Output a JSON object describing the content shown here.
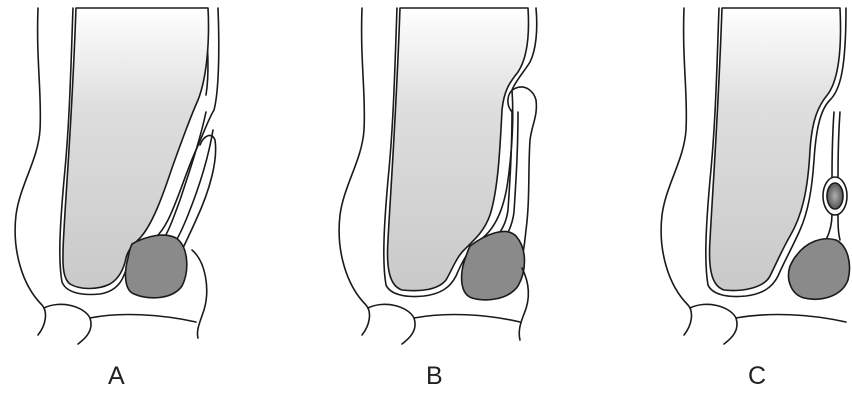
{
  "figure": {
    "panels": [
      {
        "id": "a",
        "label": "A"
      },
      {
        "id": "b",
        "label": "B"
      },
      {
        "id": "c",
        "label": "C"
      }
    ]
  },
  "colors": {
    "background": "#ffffff",
    "outline": "#1a1a1a",
    "organ_fill_top": "#ffffff",
    "organ_fill_bottom": "#c9c9c9",
    "sac_fill": "#8a8a8a",
    "cyst_fill": "#6e6e6e"
  }
}
